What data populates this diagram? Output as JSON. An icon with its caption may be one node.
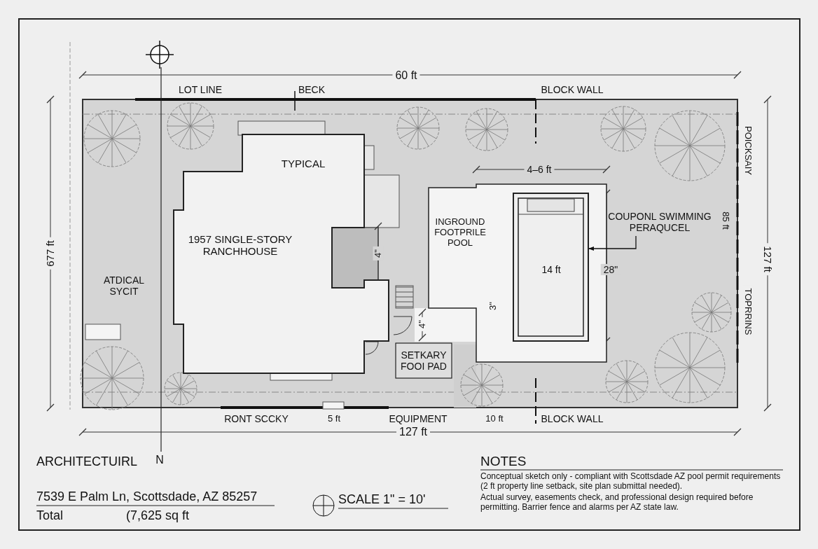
{
  "diagram": {
    "nodes": [
      {
        "text": [
          "TYPICAL",
          "1957 SINGLE-STORY RANCHHOUSE"
        ]
      },
      {
        "text": [
          "INGROUND FOOTPRILE POOL"
        ]
      },
      {
        "text": [
          "14 ft"
        ],
        "in": 1
      },
      {
        "text": [
          "SETKARY FOOI PAD"
        ]
      },
      {
        "text": [
          "COUPONL SWIMMING PERAQUCEL"
        ]
      }
    ],
    "edges": [
      {
        "from": 4,
        "to": 2,
        "arrow": "to"
      }
    ],
    "labels": [
      "60 ft",
      "LOT LINE",
      "BECK",
      "BLOCK WALL",
      "4–6 ft",
      "POICKSAIY",
      "677 ft",
      "85 ft",
      "127 ft",
      "4\"",
      "28\"",
      "ATDICAL SYCIT",
      "3\"",
      "TOPRRINS",
      "4\"",
      "RONT SCCKY",
      "5 ft",
      "EQUIPMENT",
      "10 ft",
      "BLOCK WALL",
      "127 ft",
      "ARCHITECTUIRL",
      "N",
      "NOTES",
      "Conceptual sketch only - compliant with Scottsdade AZ pool permit requirements (2 ft property line setback, site plan submittal needed).",
      "7539 E Palm Ln, Scottsdade, AZ 85257",
      "SCALE 1\" = 10'",
      "Total",
      "(7,625 sq ft",
      "Actual survey, easements check, and professional design required before permitting.  Barrier fence and alarms per AZ state law."
    ]
  }
}
